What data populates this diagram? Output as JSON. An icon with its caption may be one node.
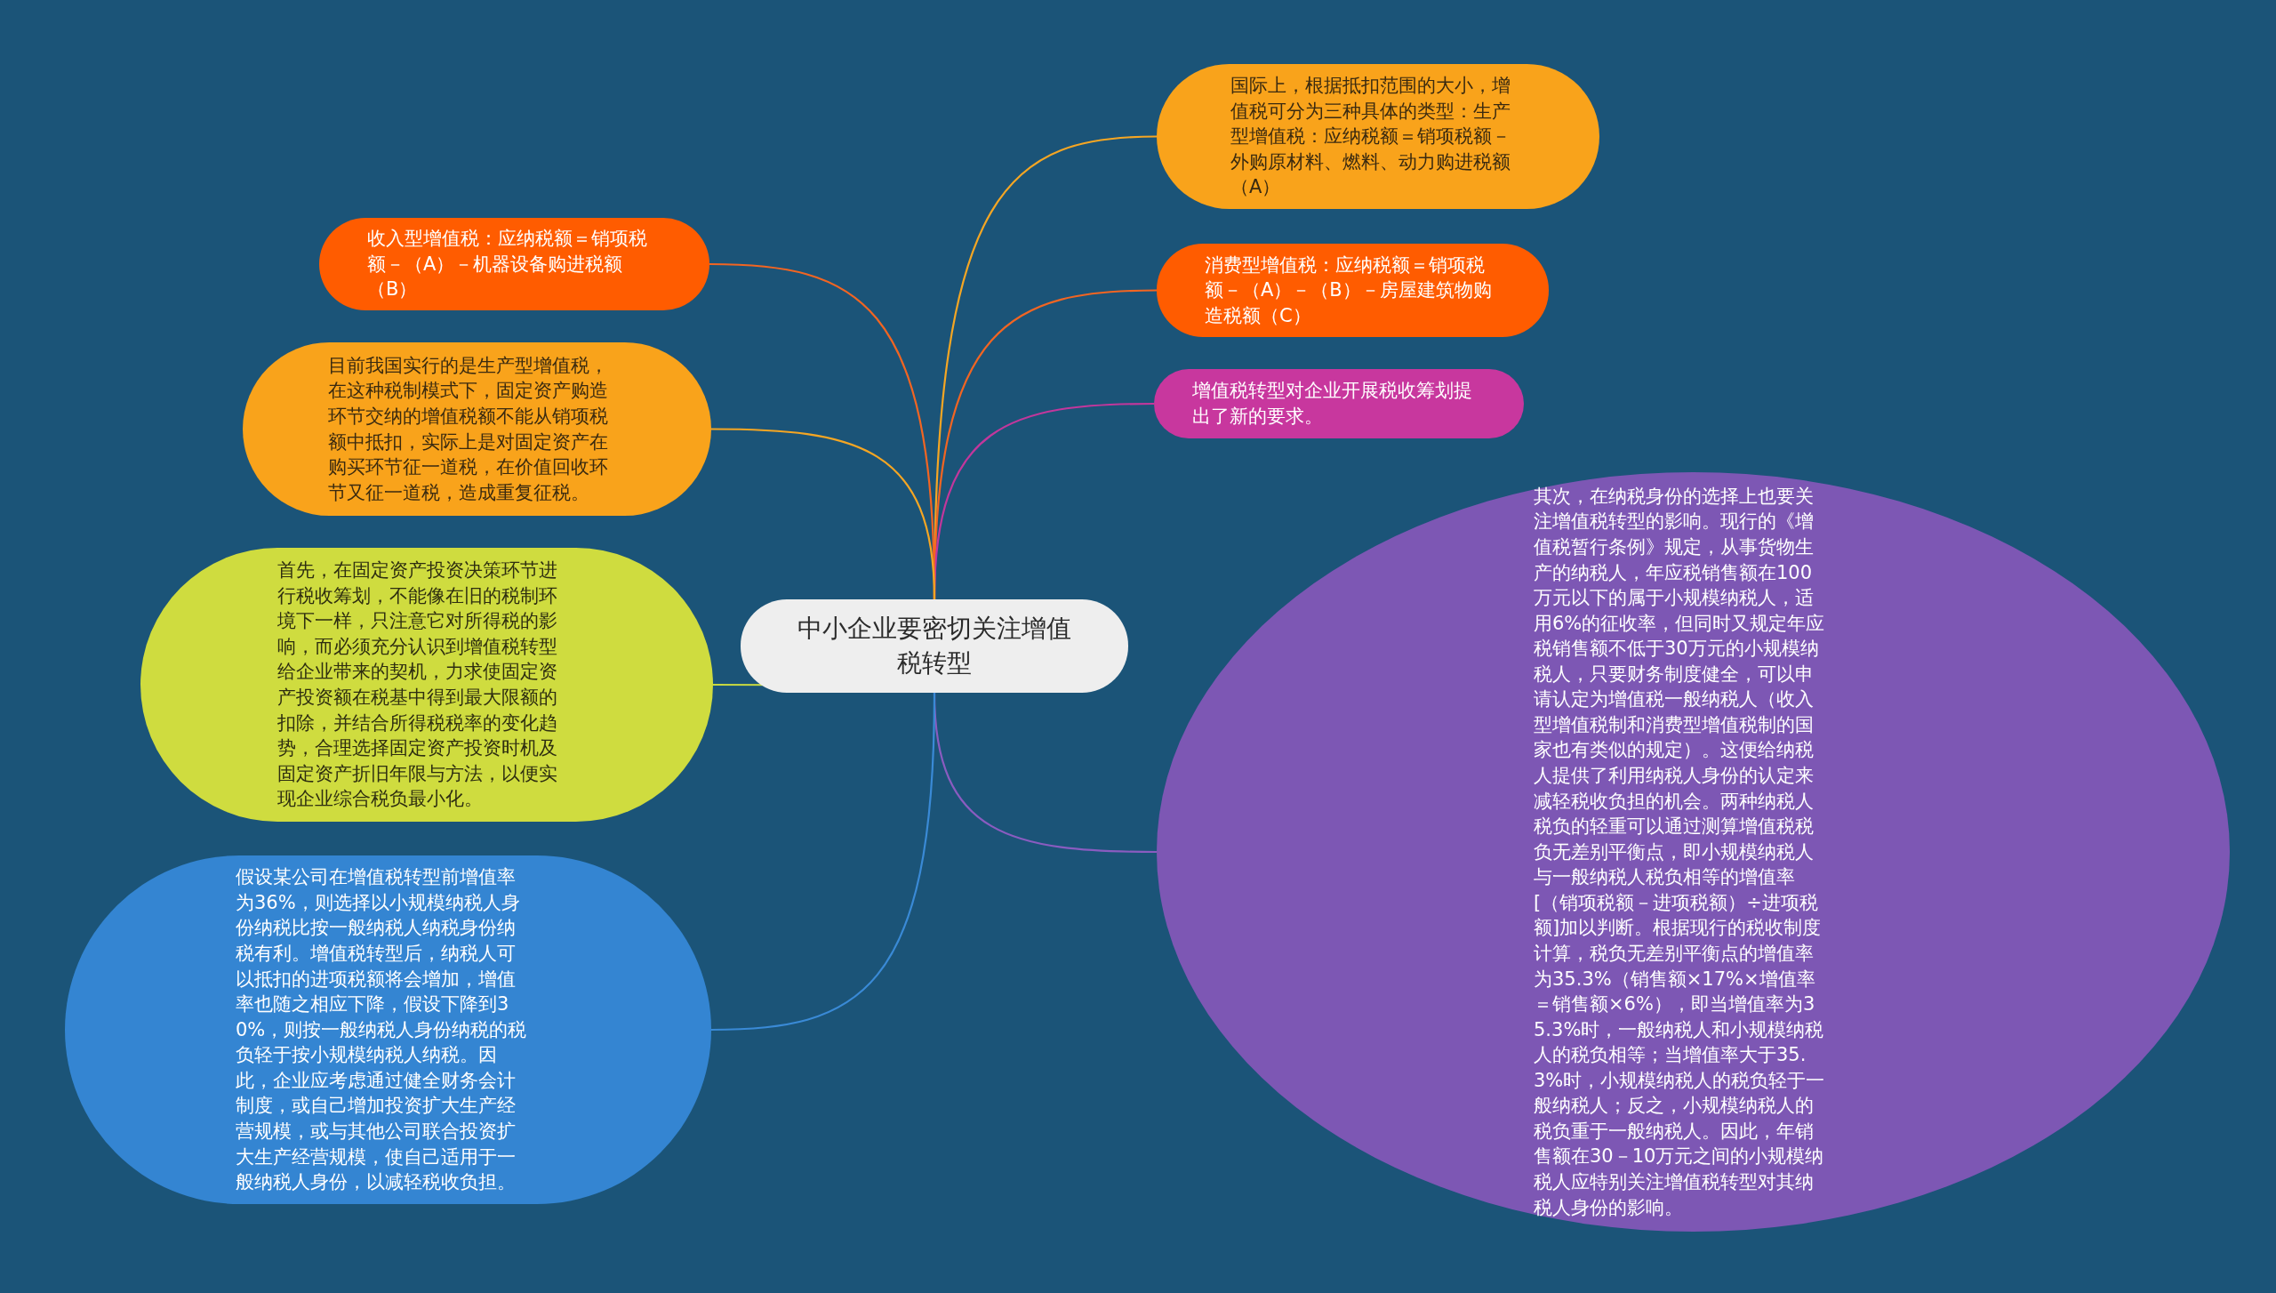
{
  "diagram": {
    "nodes": [
      {
        "text": [
          "中小企业要密切关注增值税转型"
        ]
      },
      {
        "text": [
          "国际上，根据抵扣范围的大小，增值税可分为三种具体的类型：生产型增值税：应纳税额＝销项税额－外购原材料、燃料、动力购进税额（A）"
        ]
      },
      {
        "text": [
          "消费型增值税：应纳税额＝销项税额－（A）－（B）－房屋建筑物购造税额（C）"
        ]
      },
      {
        "text": [
          "增值税转型对企业开展税收筹划提出了新的要求。"
        ]
      },
      {
        "text": [
          "其次，在纳税身份的选择上也要关注增值税转型的影响。现行的《增值税暂行条例》规定，从事货物生产的纳税人，年应税销售额在100万元以下的属于小规模纳税人，适用6%的征收率，但同时又规定年应税销售额不低于30万元的小规模纳税人，只要财务制度健全，可以申请认定为增值税一般纳税人（收入型增值税制和消费型增值税制的国家也有类似的规定）。这便给纳税人提供了利用纳税人身份的认定来减轻税收负担的机会。两种纳税人税负的轻重可以通过测算增值税税负无差别平衡点，即小规模纳税人与一般纳税人税负相等的增值率[（销项税额－进项税额）÷进项税额]加以判断。根据现行的税收制度计算，税负无差别平衡点的增值率为35.3%（销售额×17%×增值率＝销售额×6%），即当增值率为35.3%时，一般纳税人和小规模纳税人的税负相等；当增值率大于35.3%时，小规模纳税人的税负轻于一般纳税人；反之，小规模纳税人的税负重于一般纳税人。因此，年销售额在30－10万元之间的小规模纳税人应特别关注增值税转型对其纳税人身份的影响。"
        ]
      },
      {
        "text": [
          "收入型增值税：应纳税额＝销项税额－（A）－机器设备购进税额（B）"
        ]
      },
      {
        "text": [
          "目前我国实行的是生产型增值税，在这种税制模式下，固定资产购造环节交纳的增值税额不能从销项税额中抵扣，实际上是对固定资产在购买环节征一道税，在价值回收环节又征一道税，造成重复征税。"
        ]
      },
      {
        "text": [
          "首先，在固定资产投资决策环节进行税收筹划，不能像在旧的税制环境下一样，只注意它对所得税的影响，而必须充分认识到增值税转型给企业带来的契机，力求使固定资产投资额在税基中得到最大限额的扣除，并结合所得税税率的变化趋势，合理选择固定资产投资时机及固定资产折旧年限与方法，以便实现企业综合税负最小化。"
        ]
      },
      {
        "text": [
          "假设某公司在增值税转型前增值率为36%，则选择以小规模纳税人身份纳税比按一般纳税人纳税身份纳税有利。增值税转型后，纳税人可以抵扣的进项税额将会增加，增值率也随之相应下降，假设下降到30%，则按一般纳税人身份纳税的税负轻于按小规模纳税人纳税。因此，企业应考虑通过健全财务会计制度，或自己增加投资扩大生产经营规模，或与其他公司联合投资扩大生产经营规模，使自己适用于一般纳税人身份，以减轻税收负担。"
        ]
      }
    ],
    "edges": [
      {
        "from": 0,
        "to": 1,
        "arrow": "none",
        "color": "#f5a623"
      },
      {
        "from": 0,
        "to": 2,
        "arrow": "none",
        "color": "#f26522"
      },
      {
        "from": 0,
        "to": 3,
        "arrow": "none",
        "color": "#c2379c"
      },
      {
        "from": 0,
        "to": 4,
        "arrow": "none",
        "color": "#8a5cc0"
      },
      {
        "from": 0,
        "to": 5,
        "arrow": "none",
        "color": "#f26522"
      },
      {
        "from": 0,
        "to": 6,
        "arrow": "none",
        "color": "#f5a623"
      },
      {
        "from": 0,
        "to": 7,
        "arrow": "none",
        "color": "#c8d940"
      },
      {
        "from": 0,
        "to": 8,
        "arrow": "none",
        "color": "#3a8ad6"
      }
    ]
  }
}
